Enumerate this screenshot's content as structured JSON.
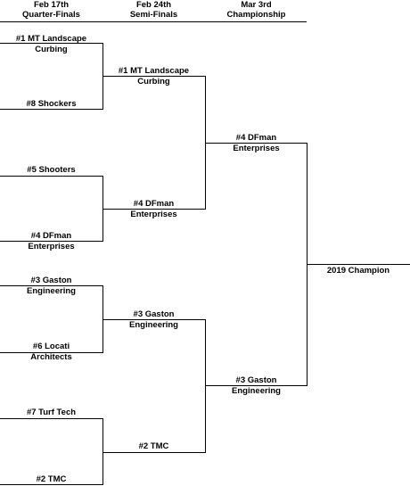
{
  "rounds": [
    {
      "date": "Feb 17th",
      "name": "Quarter-Finals"
    },
    {
      "date": "Feb 24th",
      "name": "Semi-Finals"
    },
    {
      "date": "Mar 3rd",
      "name": "Championship"
    }
  ],
  "quarterfinals": [
    {
      "line1": "#1 MT Landscape",
      "line2": "Curbing"
    },
    {
      "line1": "#8 Shockers",
      "line2": ""
    },
    {
      "line1": "#5 Shooters",
      "line2": ""
    },
    {
      "line1": "#4 DFman",
      "line2": "Enterprises"
    },
    {
      "line1": "#3 Gaston",
      "line2": "Engineering"
    },
    {
      "line1": "#6 Locati",
      "line2": "Architects"
    },
    {
      "line1": "#7 Turf Tech",
      "line2": ""
    },
    {
      "line1": "#2 TMC",
      "line2": ""
    }
  ],
  "semifinals": [
    {
      "line1": "#1 MT Landscape",
      "line2": "Curbing"
    },
    {
      "line1": "#4 DFman",
      "line2": "Enterprises"
    },
    {
      "line1": "#3 Gaston",
      "line2": "Engineering"
    },
    {
      "line1": "#2 TMC",
      "line2": ""
    }
  ],
  "finals": [
    {
      "line1": "#4 DFman",
      "line2": "Enterprises"
    },
    {
      "line1": "#3 Gaston",
      "line2": "Engineering"
    }
  ],
  "champion": {
    "label": "2019 Champion"
  }
}
